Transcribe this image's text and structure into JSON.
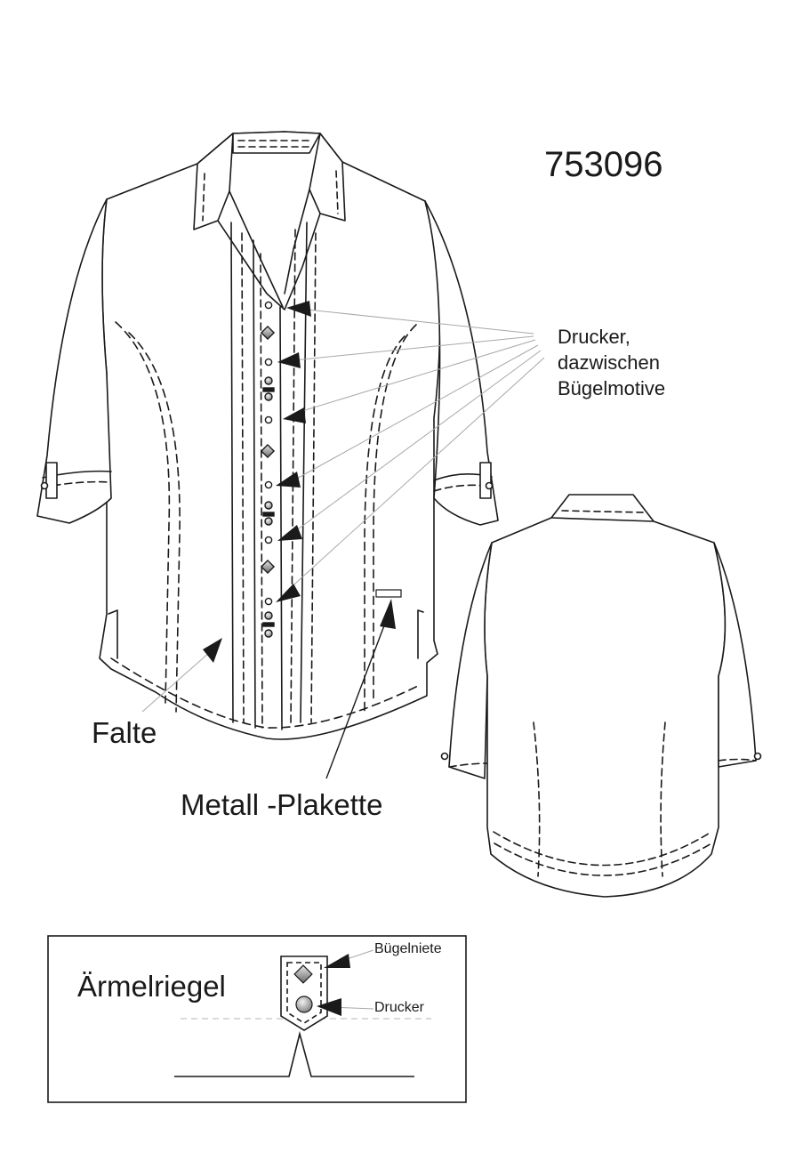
{
  "article_number": "753096",
  "labels": {
    "drucker_line1": "Drucker,",
    "drucker_line2": "dazwischen",
    "drucker_line3": "Bügelmotive",
    "falte": "Falte",
    "metall_plakette": "Metall -Plakette"
  },
  "detail_box": {
    "title": "Ärmelriegel",
    "buegelniete": "Bügelniete",
    "drucker": "Drucker"
  },
  "colors": {
    "line": "#1a1a1a",
    "leader": "#a8a8a8",
    "stud": "#909090"
  }
}
